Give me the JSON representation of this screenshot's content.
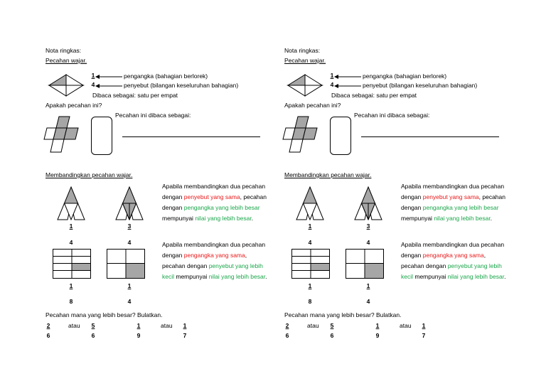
{
  "note_title": "Nota ringkas:",
  "section1_title": "Pecahan wajar.",
  "fraction_example": {
    "numerator": "1",
    "denominator": "4"
  },
  "numerator_label": "pengangka (bahagian berlorek)",
  "denominator_label": "penyebut (bilangan keseluruhan bahagian)",
  "read_as": "Dibaca sebagai: satu per empat",
  "question": "Apakah pecahan ini?",
  "read_prompt": "Pecahan ini dibaca sebagai:",
  "section2_title": "Membandingkan pecahan wajar.",
  "compare1": {
    "fractions": [
      {
        "n": "1",
        "d": "4"
      },
      {
        "n": "3",
        "d": "4"
      }
    ],
    "parts": [
      {
        "text": "Apabila membandingkan dua pecahan dengan ",
        "color": "black"
      },
      {
        "text": "penyebut yang sama",
        "color": "red"
      },
      {
        "text": ", pecahan dengan ",
        "color": "black"
      },
      {
        "text": "pengangka yang lebih besar",
        "color": "green"
      },
      {
        "text": " mempunyai ",
        "color": "black"
      },
      {
        "text": "nilai yang lebih besar",
        "color": "green"
      },
      {
        "text": ".",
        "color": "black"
      }
    ]
  },
  "compare2": {
    "fractions": [
      {
        "n": "1",
        "d": "8"
      },
      {
        "n": "1",
        "d": "4"
      }
    ],
    "parts": [
      {
        "text": "Apabila membandingkan dua pecahan dengan ",
        "color": "black"
      },
      {
        "text": "pengangka yang sama",
        "color": "red"
      },
      {
        "text": ", pecahan dengan ",
        "color": "black"
      },
      {
        "text": "penyebut yang lebih kecil",
        "color": "green"
      },
      {
        "text": " mempunyai ",
        "color": "black"
      },
      {
        "text": "nilai yang lebih besar",
        "color": "green"
      },
      {
        "text": ".",
        "color": "black"
      }
    ]
  },
  "exercise_question": "Pecahan mana yang lebih besar? Bulatkan.",
  "exercise_pairs": [
    {
      "a": {
        "n": "2",
        "d": "6"
      },
      "or": "atau",
      "b": {
        "n": "5",
        "d": "6"
      }
    },
    {
      "a": {
        "n": "1",
        "d": "9"
      },
      "or": "atau",
      "b": {
        "n": "1",
        "d": "7"
      }
    }
  ],
  "colors": {
    "shade": "#a6a6a6",
    "red": "#e8191b",
    "green": "#1aa64a"
  }
}
